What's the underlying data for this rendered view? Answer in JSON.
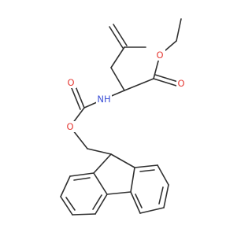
{
  "molecule": {
    "atom_labels": {
      "ester_alkoxy_o": "O",
      "ester_carbonyl_o": "O",
      "amide_n": "NH",
      "carbamate_carbonyl_o": "O",
      "carbamate_alkoxy_o": "O"
    },
    "colors": {
      "bond": "#303030",
      "oxygen": "#e53b35",
      "nitrogen": "#3b4fd6",
      "background": "#ffffff"
    }
  }
}
